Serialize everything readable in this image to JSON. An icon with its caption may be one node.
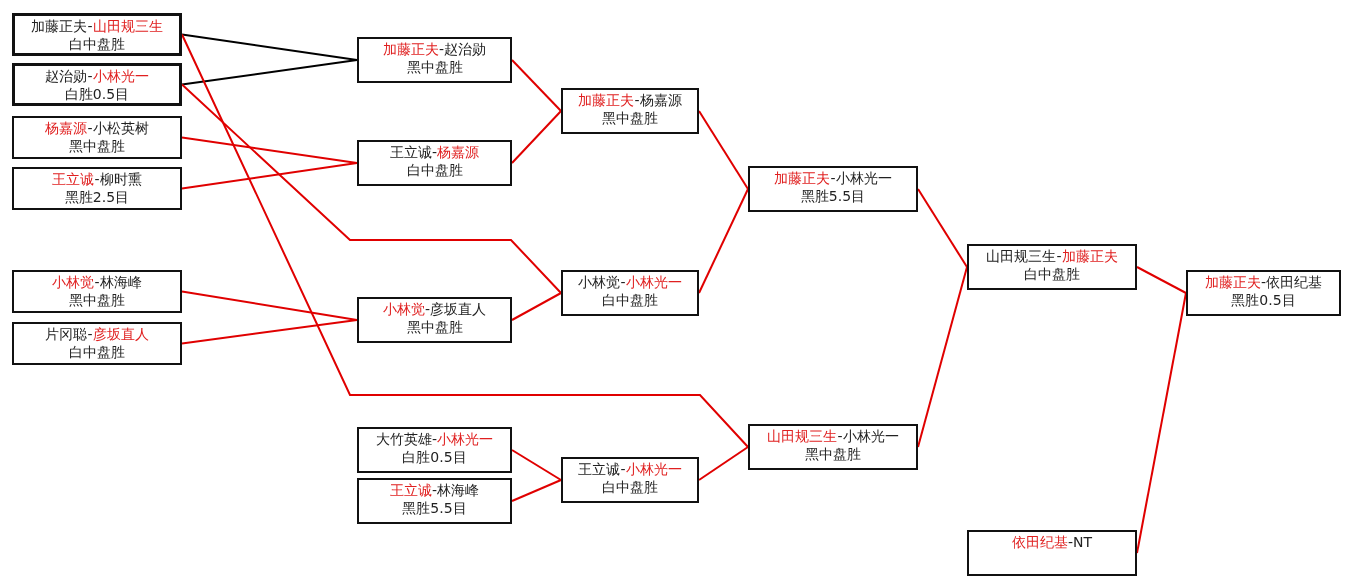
{
  "diagram": {
    "nodes": [
      {
        "text": [
          "加藤正夫-山田规三生",
          "白中盘胜"
        ]
      },
      {
        "text": [
          "赵治勋-小林光一",
          "白胜0.5目"
        ]
      },
      {
        "text": [
          "杨嘉源-小松英树",
          "黑中盘胜"
        ]
      },
      {
        "text": [
          "王立诚-柳时熏",
          "黑胜2.5目"
        ]
      },
      {
        "text": [
          "小林觉-林海峰",
          "黑中盘胜"
        ]
      },
      {
        "text": [
          "片冈聪-彦坂直人",
          "白中盘胜"
        ]
      },
      {
        "text": [
          "加藤正夫-赵治勋",
          "黑中盘胜"
        ]
      },
      {
        "text": [
          "王立诚-杨嘉源",
          "白中盘胜"
        ]
      },
      {
        "text": [
          "小林觉-彦坂直人",
          "黑中盘胜"
        ]
      },
      {
        "text": [
          "大竹英雄-小林光一",
          "白胜0.5目"
        ]
      },
      {
        "text": [
          "王立诚-林海峰",
          "黑胜5.5目"
        ]
      },
      {
        "text": [
          "加藤正夫-杨嘉源",
          "黑中盘胜"
        ]
      },
      {
        "text": [
          "小林觉-小林光一",
          "白中盘胜"
        ]
      },
      {
        "text": [
          "王立诚-小林光一",
          "白中盘胜"
        ]
      },
      {
        "text": [
          "加藤正夫-小林光一",
          "黑胜5.5目"
        ]
      },
      {
        "text": [
          "山田规三生-小林光一",
          "黑中盘胜"
        ]
      },
      {
        "text": [
          "山田规三生-加藤正夫",
          "白中盘胜"
        ]
      },
      {
        "text": [
          "加藤正夫-依田纪基",
          "黑胜0.5目"
        ]
      },
      {
        "text": [
          "依田纪基-NT"
        ]
      }
    ],
    "edges": [
      {
        "from": 0,
        "to": 6,
        "arrow": "none",
        "color": "#000000"
      },
      {
        "from": 1,
        "to": 6,
        "arrow": "none",
        "color": "#000000"
      },
      {
        "from": 2,
        "to": 7,
        "arrow": "none"
      },
      {
        "from": 3,
        "to": 7,
        "arrow": "none"
      },
      {
        "from": 4,
        "to": 8,
        "arrow": "none"
      },
      {
        "from": 5,
        "to": 8,
        "arrow": "none"
      },
      {
        "from": 9,
        "to": 13,
        "arrow": "none"
      },
      {
        "from": 10,
        "to": 13,
        "arrow": "none"
      },
      {
        "from": 6,
        "to": 11,
        "arrow": "none"
      },
      {
        "from": 7,
        "to": 11,
        "arrow": "none"
      },
      {
        "from": 1,
        "to": 12,
        "arrow": "none"
      },
      {
        "from": 8,
        "to": 12,
        "arrow": "none"
      },
      {
        "from": 11,
        "to": 14,
        "arrow": "none"
      },
      {
        "from": 12,
        "to": 14,
        "arrow": "none"
      },
      {
        "from": 0,
        "to": 15,
        "arrow": "none"
      },
      {
        "from": 13,
        "to": 15,
        "arrow": "none"
      },
      {
        "from": 14,
        "to": 16,
        "arrow": "none"
      },
      {
        "from": 15,
        "to": 16,
        "arrow": "none"
      },
      {
        "from": 16,
        "to": 17,
        "arrow": "none"
      },
      {
        "from": 18,
        "to": 17,
        "arrow": "none"
      }
    ]
  }
}
